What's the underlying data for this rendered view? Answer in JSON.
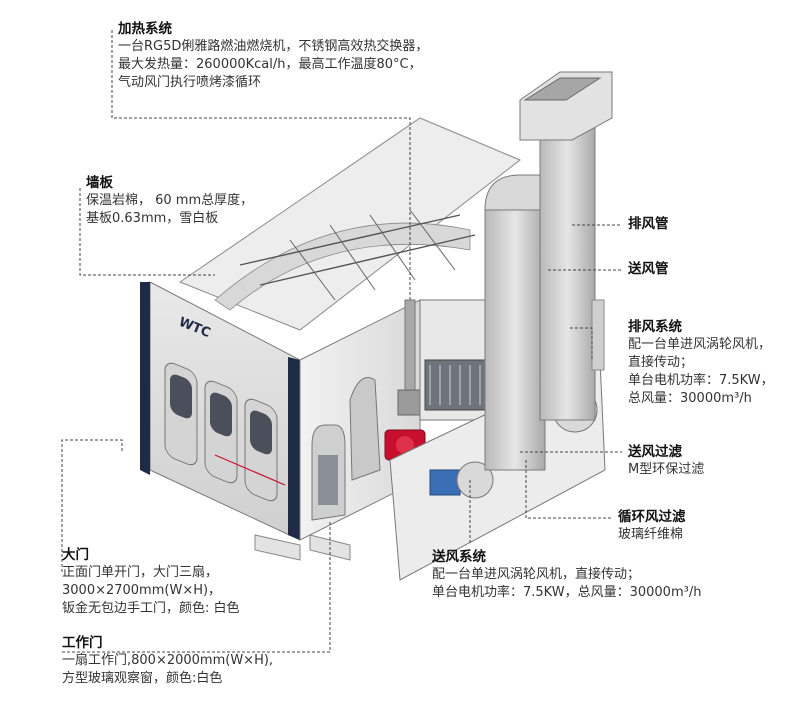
{
  "colors": {
    "accent_red": "#c8102e",
    "panel_navy": "#1f2a44",
    "duct_gray": "#c9c9c9",
    "leader_gray": "#444444"
  },
  "labels": {
    "heating": {
      "title": "加热系统",
      "lines": [
        "一台RG5D俐雅路燃油燃烧机，不锈钢高效热交换器，",
        "最大发热量：260000Kcal/h，最高工作温度80°C，",
        "气动风门执行喷烤漆循环"
      ]
    },
    "wall": {
      "title": "墙板",
      "lines": [
        "保温岩棉，  60 mm总厚度，",
        "基板0.63mm，雪白板"
      ]
    },
    "exhaust_duct": {
      "title": "排风管"
    },
    "supply_duct": {
      "title": "送风管"
    },
    "exhaust_system": {
      "title": "排风系统",
      "lines": [
        "配一台单进风涡轮风机，",
        "直接传动；",
        "单台电机功率：7.5KW，",
        "总风量：30000m³/h"
      ]
    },
    "supply_filter": {
      "title": "送风过滤",
      "lines": [
        "M型环保过滤"
      ]
    },
    "recirc_filter": {
      "title": "循环风过滤",
      "lines": [
        "玻璃纤维棉"
      ]
    },
    "supply_system": {
      "title": "送风系统",
      "lines": [
        "配一台单进风涡轮风机，直接传动；",
        "单台电机功率：7.5KW，总风量：30000m³/h"
      ]
    },
    "main_door": {
      "title": "大门",
      "lines": [
        "正面门单开门，大门三扇，",
        "3000×2700mm(W×H)，",
        "钣金无包边手工门，颜色: 白色"
      ]
    },
    "work_door": {
      "title": "工作门",
      "lines": [
        "一扇工作门,800×2000mm(W×H),",
        "方型玻璃观察窗，颜色:白色"
      ]
    }
  }
}
